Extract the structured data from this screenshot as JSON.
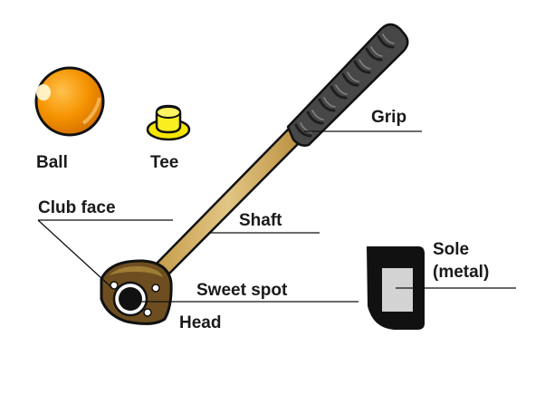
{
  "labels": {
    "ball": "Ball",
    "tee": "Tee",
    "club_face": "Club face",
    "shaft": "Shaft",
    "grip": "Grip",
    "sweet_spot": "Sweet spot",
    "head": "Head",
    "sole_line1": "Sole",
    "sole_line2": "(metal)"
  },
  "colors": {
    "ball": "#f08c00",
    "tee": "#f5e600",
    "shaft": "#d2b060",
    "grip": "#4a4a4a",
    "head": "#7a5a28",
    "sole": "#d0d0d0",
    "outline": "#111111"
  }
}
